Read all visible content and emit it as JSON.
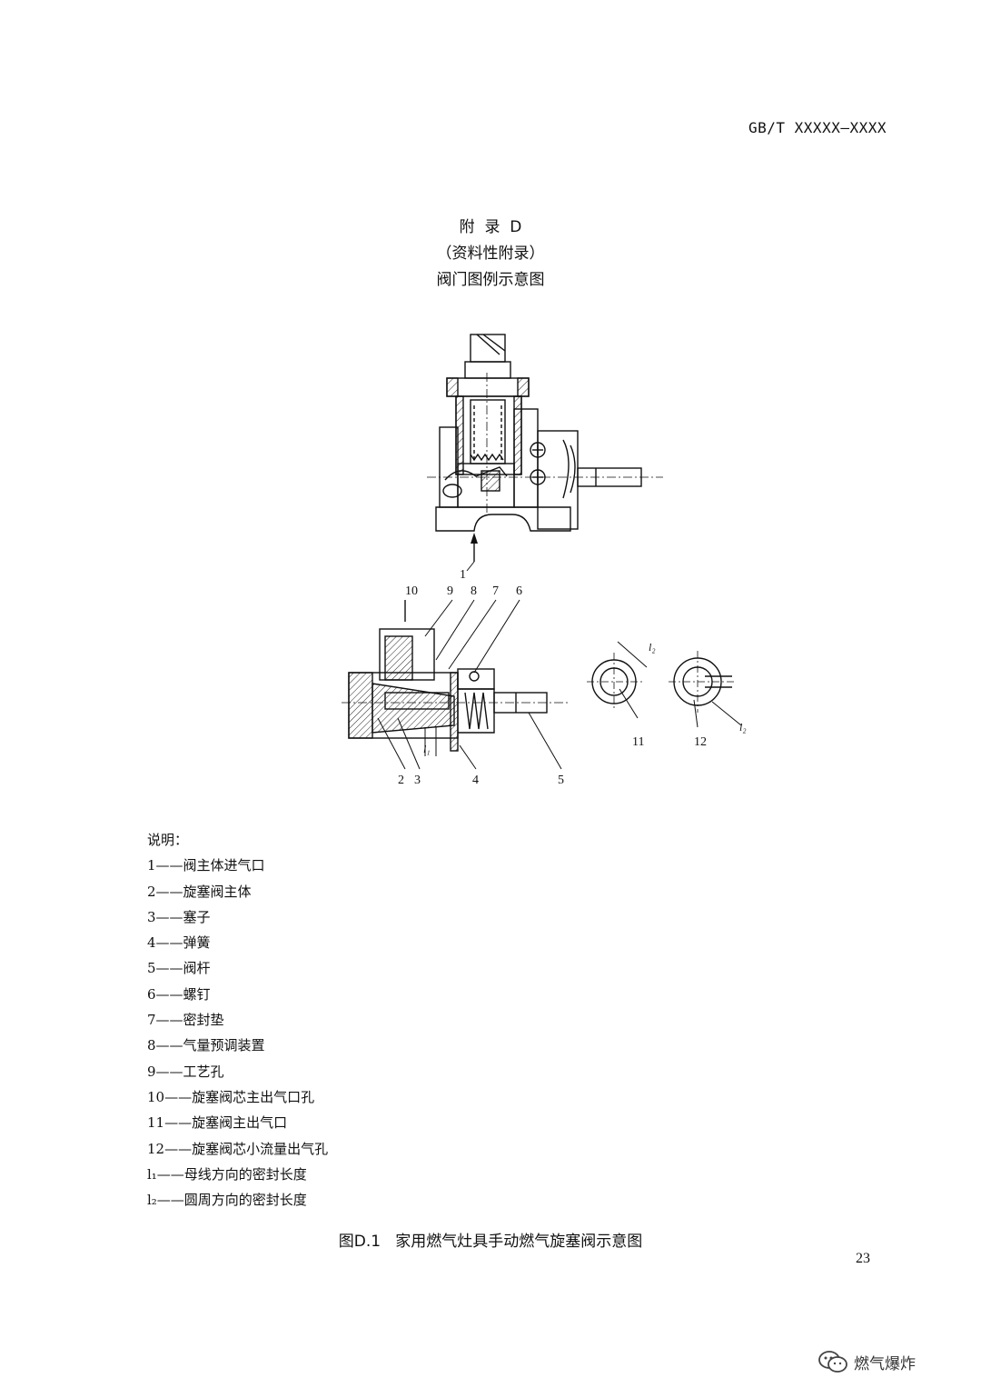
{
  "header": {
    "standard_code": "GB/T XXXXX—XXXX"
  },
  "appendix": {
    "title": "附  录  D",
    "subtitle": "（资料性附录）",
    "heading": "阀门图例示意图"
  },
  "figure_labels": {
    "top": [
      "1"
    ],
    "bottom": [
      "10",
      "9",
      "8",
      "7",
      "6",
      "2",
      "3",
      "4",
      "5",
      "11",
      "12",
      "l₁",
      "l₂",
      "l₂"
    ]
  },
  "legend": {
    "intro": "说明：",
    "items": [
      "1——阀主体进气口",
      "2——旋塞阀主体",
      "3——塞子",
      "4——弹簧",
      "5——阀杆",
      "6——螺钉",
      "7——密封垫",
      "8——气量预调装置",
      "9——工艺孔",
      "10——旋塞阀芯主出气口孔",
      "11——旋塞阀主出气口",
      "12——旋塞阀芯小流量出气孔",
      "l₁——母线方向的密封长度",
      "l₂——圆周方向的密封长度"
    ]
  },
  "caption": "图D.1   家用燃气灶具手动燃气旋塞阀示意图",
  "page_number": "23",
  "watermark": {
    "icon": "wechat-icon",
    "text": "燃气爆炸"
  }
}
